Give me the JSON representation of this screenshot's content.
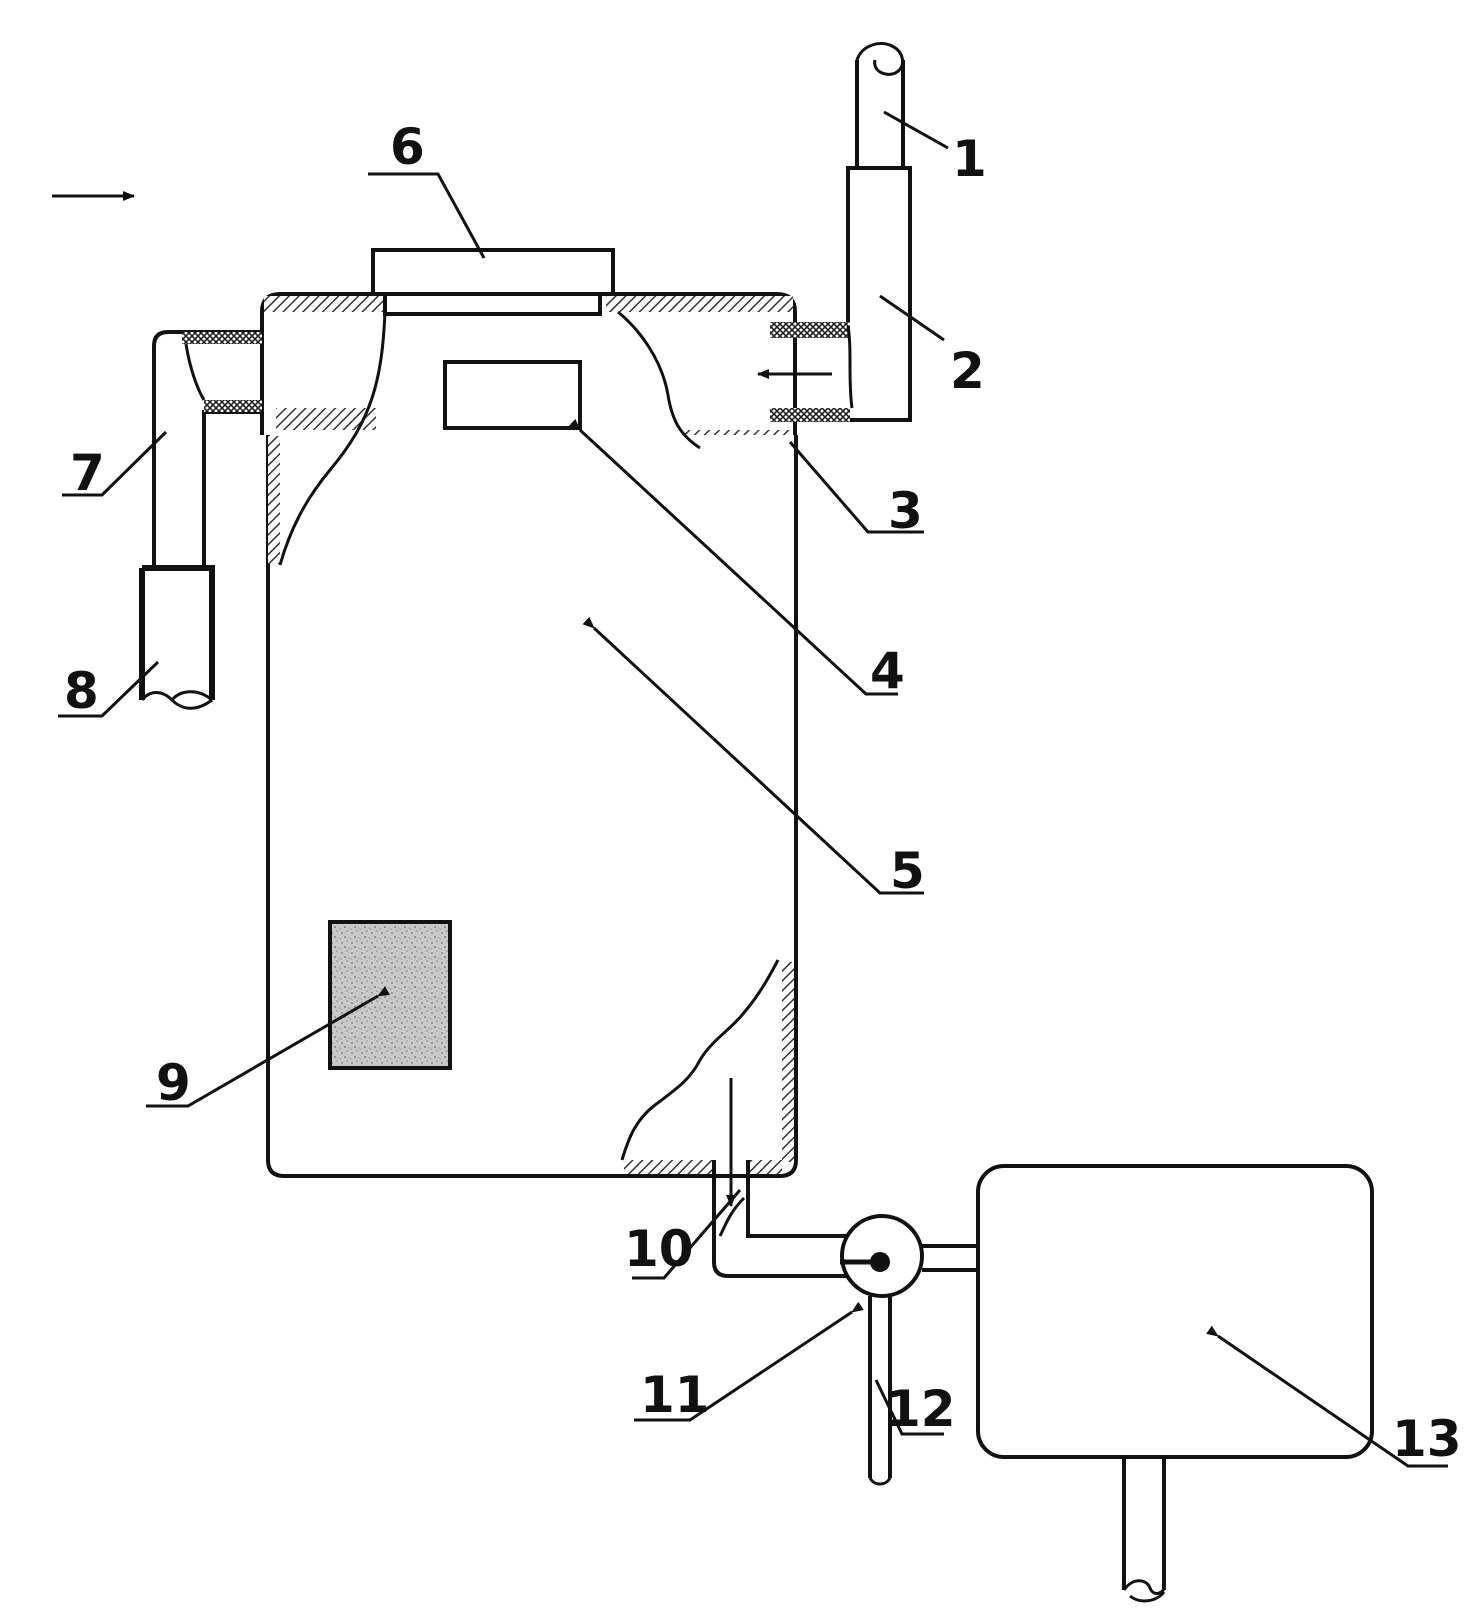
{
  "labels": {
    "l1": "1",
    "l2": "2",
    "l3": "3",
    "l4": "4",
    "l5": "5",
    "l6": "6",
    "l7": "7",
    "l8": "8",
    "l9": "9",
    "l10": "10",
    "l11": "11",
    "l12": "12",
    "l13": "13"
  },
  "colors": {
    "line": "#111111",
    "hatch": "#333333",
    "fill": "#c8c8c8"
  }
}
